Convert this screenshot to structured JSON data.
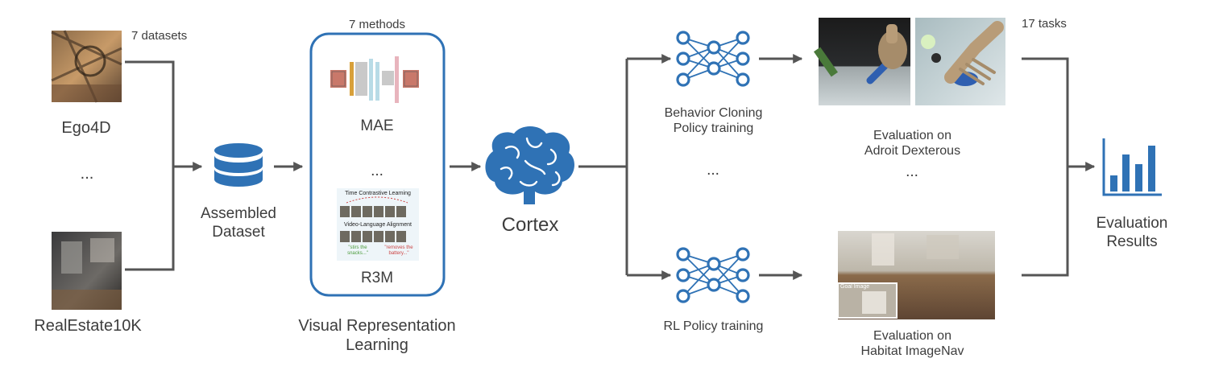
{
  "datasets": {
    "count_label": "7 datasets",
    "first": "Ego4D",
    "ellipsis": "...",
    "last": "RealEstate10K"
  },
  "assembled": {
    "line1": "Assembled",
    "line2": "Dataset"
  },
  "methods": {
    "count_label": "7 methods",
    "mae_label": "MAE",
    "ellipsis": "...",
    "r3m_label": "R3M",
    "r3m_figure": {
      "heading_top": "Time Contrastive Learning",
      "heading_mid": "Video-Language Alignment",
      "caption_left": "\"stirs the snacks...\"",
      "caption_right": "\"removes the battery...\""
    }
  },
  "vrl": {
    "line1": "Visual Representation",
    "line2": "Learning"
  },
  "cortex": {
    "label": "Cortex",
    "icon": "brain-icon"
  },
  "policies": {
    "bc_line1": "Behavior Cloning",
    "bc_line2": "Policy training",
    "ellipsis": "...",
    "rl": "RL Policy training"
  },
  "evaluations": {
    "tasks_label": "17 tasks",
    "adroit_line1": "Evaluation on",
    "adroit_line2": "Adroit Dexterous",
    "ellipsis": "...",
    "habitat_line1": "Evaluation on",
    "habitat_line2": "Habitat ImageNav",
    "goal_image_label": "Goal Image"
  },
  "results": {
    "line1": "Evaluation",
    "line2": "Results",
    "icon": "bar-chart-icon"
  },
  "colors": {
    "accent": "#2f72b5",
    "text": "#3d3d3d",
    "arrow": "#555555"
  }
}
